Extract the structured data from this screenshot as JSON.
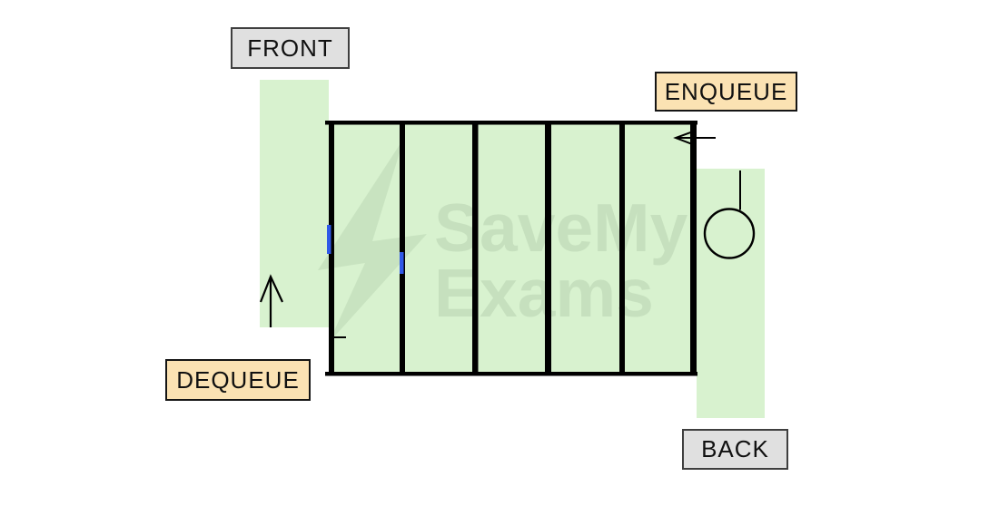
{
  "diagram": {
    "type": "queue data structure",
    "labels": {
      "front": "FRONT",
      "enqueue": "ENQUEUE",
      "dequeue": "DEQUEUE",
      "back": "BACK"
    },
    "queue": {
      "visible_middle_cells": 5,
      "end_cells": [
        "front cell (raised, dequeue side)",
        "back cell (lowered, enqueue side)"
      ]
    },
    "watermark": {
      "line1": "SaveMy",
      "line2": "Exams"
    },
    "colors": {
      "background": "#ffffff",
      "cell_fill": "#d8f2cf",
      "outline": "#000000",
      "gray_label_fill": "#e0e0e0",
      "peach_label_fill": "#fbe2b3",
      "marker_blue": "#2f58e8",
      "watermark_tint": "#cbe5c3"
    }
  }
}
